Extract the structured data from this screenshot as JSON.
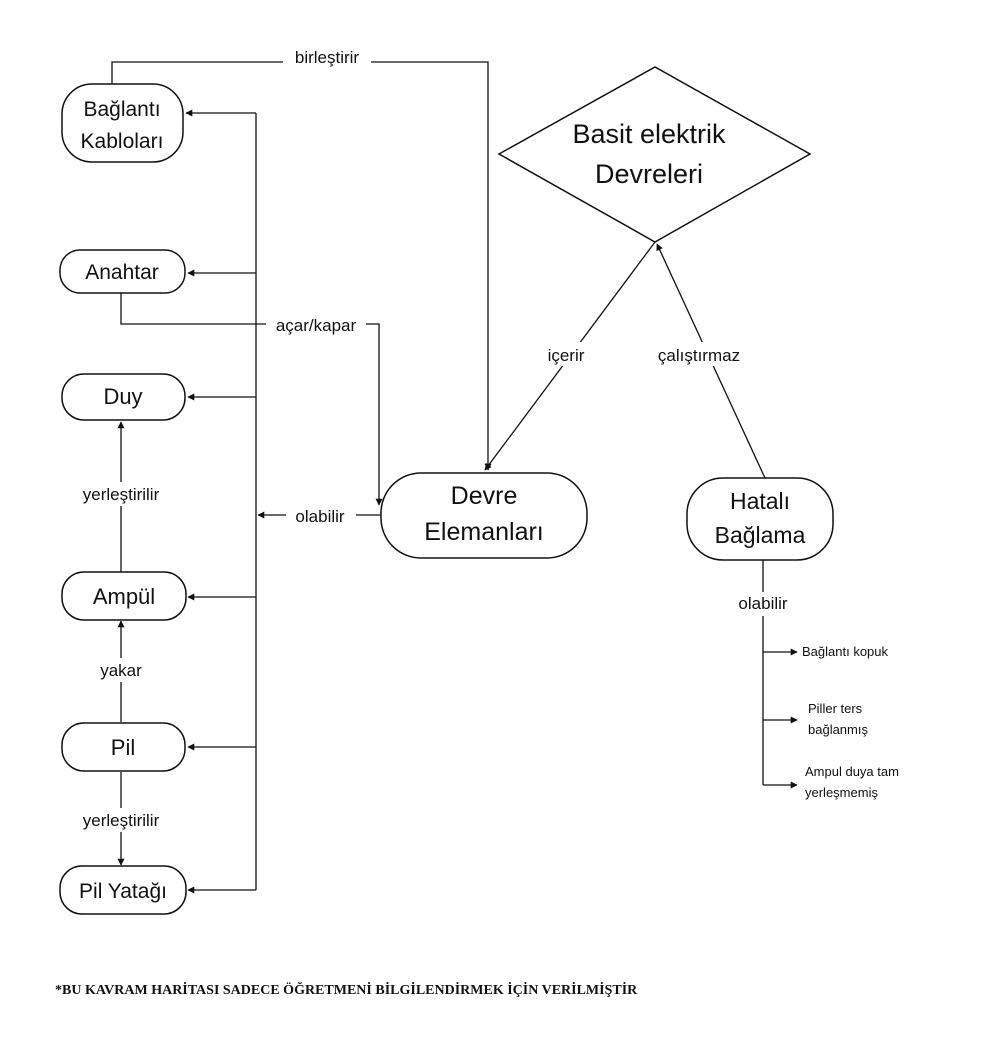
{
  "colors": {
    "stroke": "#111111",
    "text": "#111111",
    "background": "#ffffff"
  },
  "nodes": {
    "root": {
      "lines": [
        "Basit elektrik",
        "Devreleri"
      ]
    },
    "devre": {
      "lines": [
        "Devre",
        "Elemanları"
      ]
    },
    "hatali": {
      "lines": [
        "Hatalı",
        "Bağlama"
      ]
    },
    "baglanti": {
      "lines": [
        "Bağlantı",
        "Kabloları"
      ]
    },
    "anahtar": {
      "lines": [
        "Anahtar"
      ]
    },
    "duy": {
      "lines": [
        "Duy"
      ]
    },
    "ampul": {
      "lines": [
        "Ampül"
      ]
    },
    "pil": {
      "lines": [
        "Pil"
      ]
    },
    "pilyatagi": {
      "lines": [
        "Pil Yatağı"
      ]
    }
  },
  "links": {
    "birlestirir": "birleştirir",
    "acar_kapar": "açar/kapar",
    "icerir": "içerir",
    "calistirmaz": "çalıştırmaz",
    "olabilir_devre": "olabilir",
    "yerlestirilir_duy": "yerleştirilir",
    "yakar": "yakar",
    "yerlestirilir_pil": "yerleştirilir",
    "olabilir_hatali": "olabilir"
  },
  "faults": [
    {
      "lines": [
        "Bağlantı kopuk"
      ]
    },
    {
      "lines": [
        "Piller ters",
        "bağlanmış"
      ]
    },
    {
      "lines": [
        "Ampul duya tam",
        "yerleşmemiş"
      ]
    }
  ],
  "footnote": "*BU KAVRAM HARİTASI SADECE ÖĞRETMENİ BİLGİLENDİRMEK İÇİN VERİLMİŞTİR"
}
